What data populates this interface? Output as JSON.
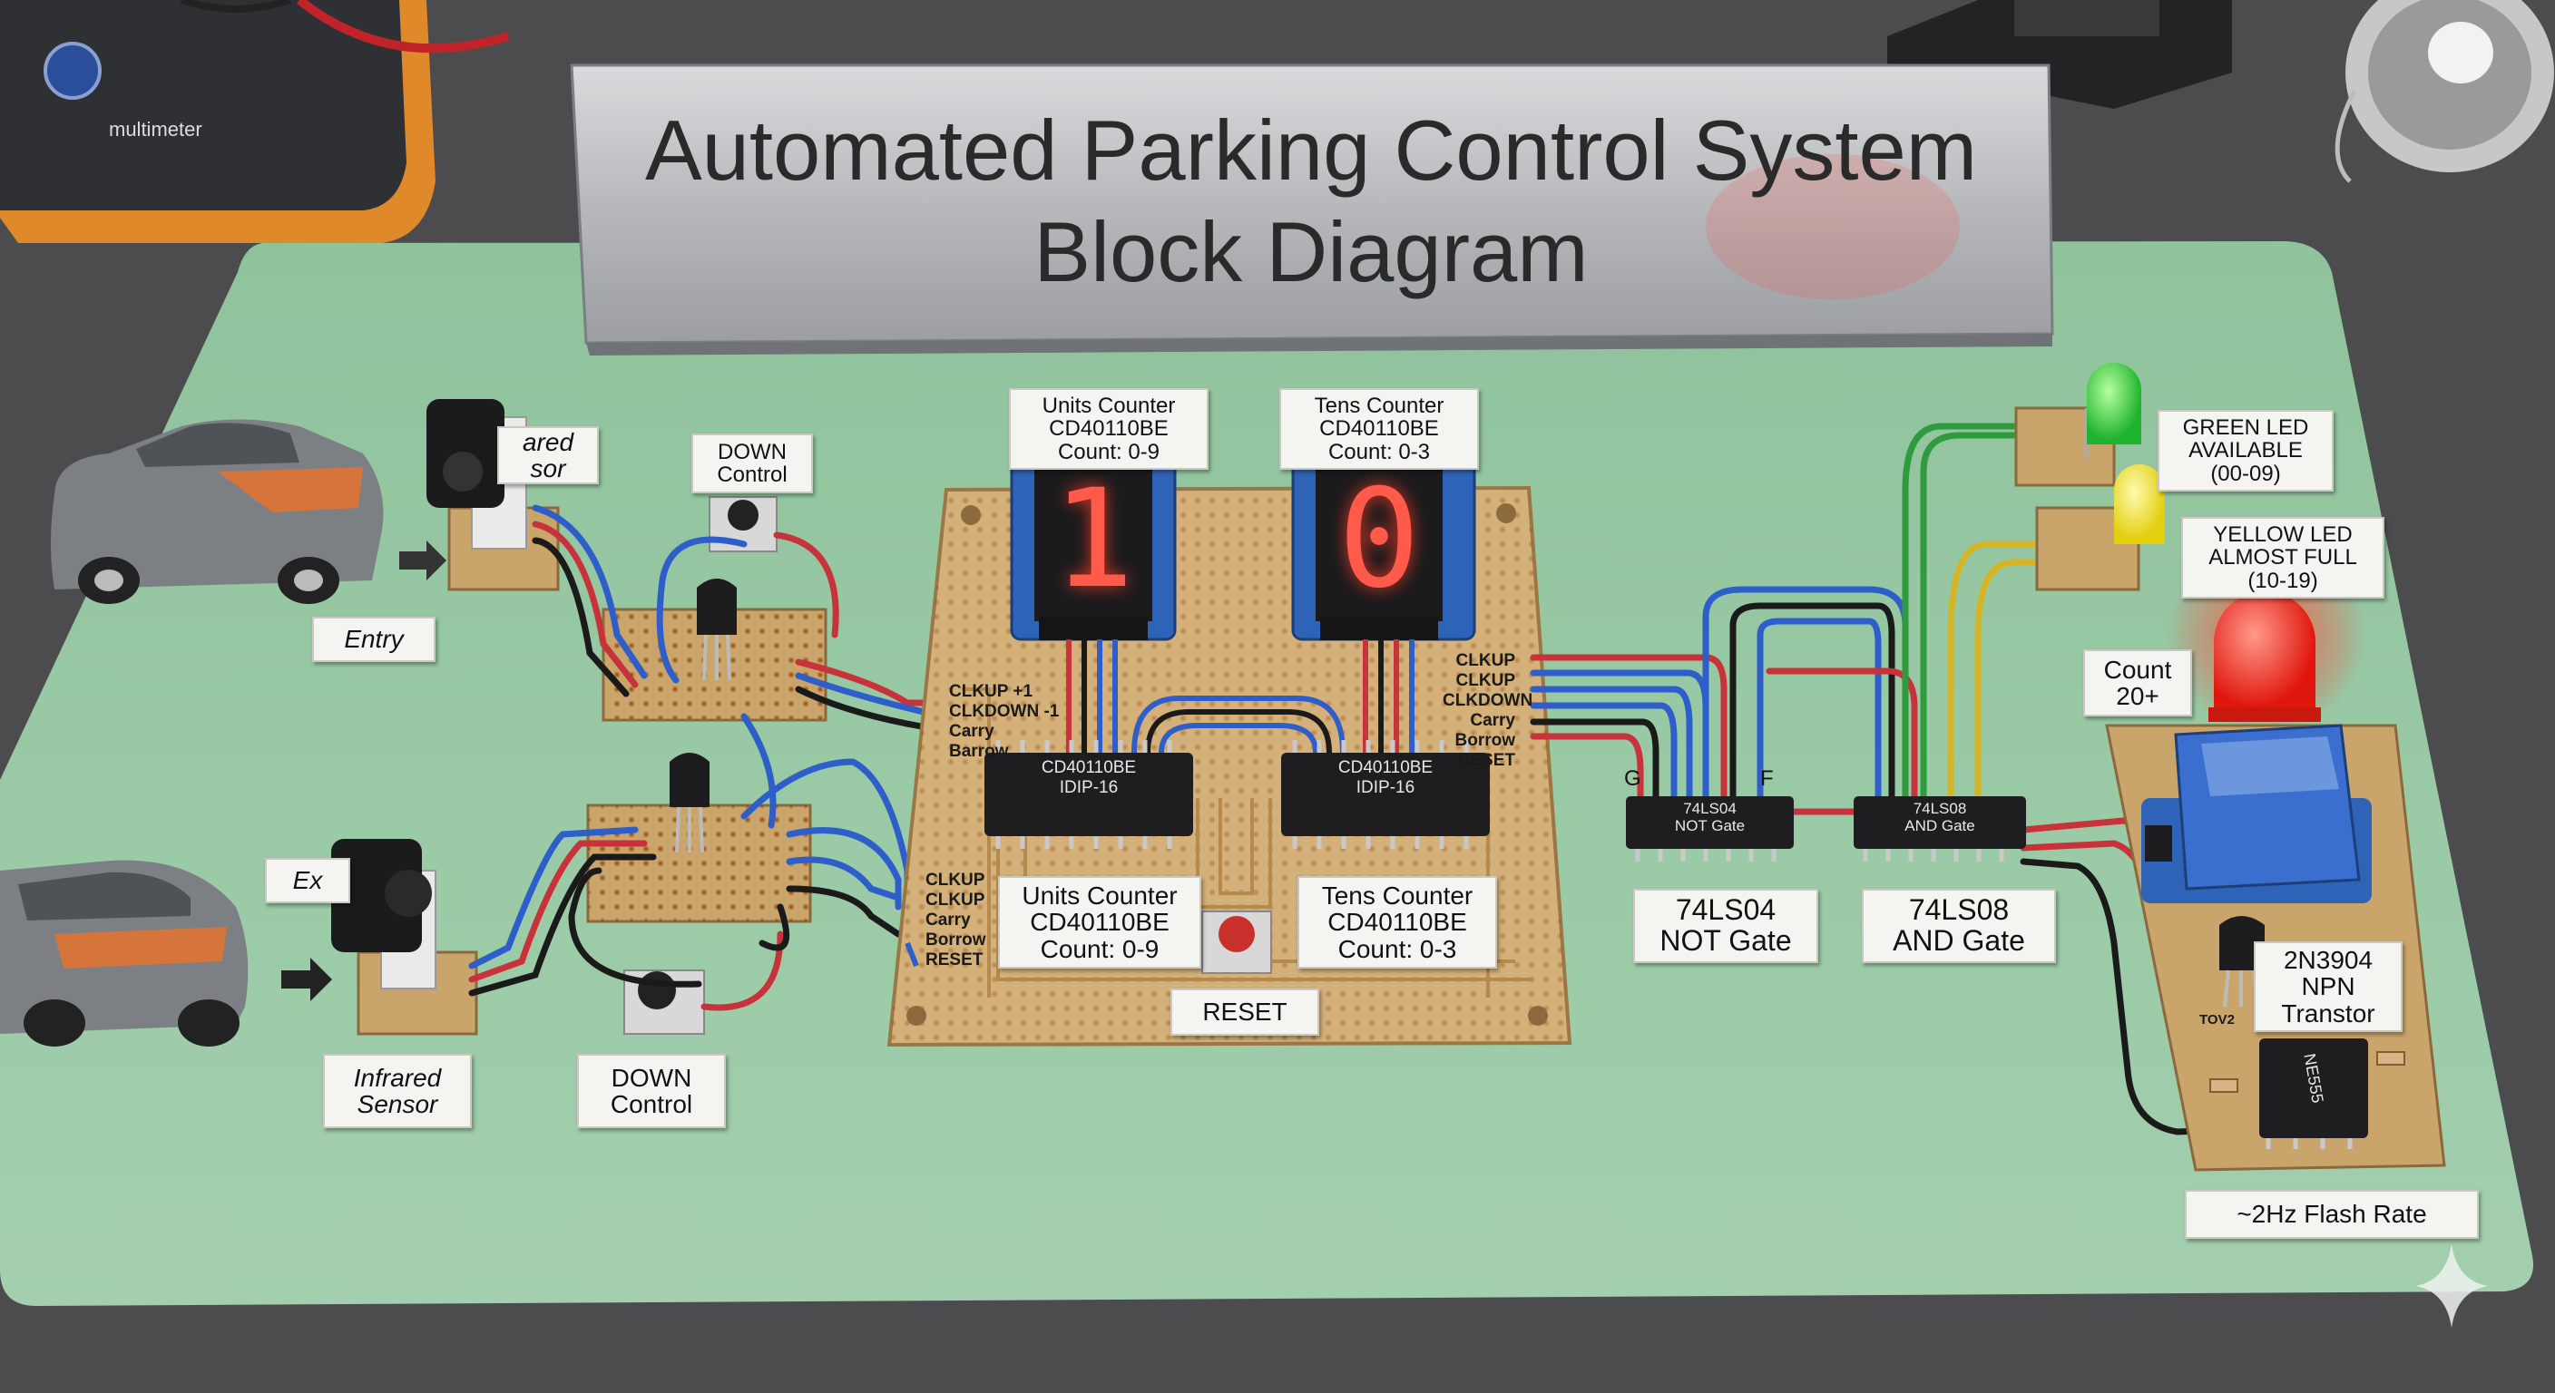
{
  "title": {
    "line1": "Automated Parking Control System",
    "line2": "Block Diagram"
  },
  "sensors": {
    "entry_sensor_label_partial": "ared\nsor",
    "entry_sensor_line1": "ared",
    "entry_sensor_line2": "sor",
    "entry_label": "Entry",
    "exit_label_partial": "Ex",
    "exit_sensor_line1": "Infrared",
    "exit_sensor_line2": "Sensor"
  },
  "controls": {
    "down_top_line1": "DOWN",
    "down_top_line2": "Control",
    "down_bottom_line1": "DOWN",
    "down_bottom_line2": "Control",
    "reset_label": "RESET"
  },
  "units_counter_top": {
    "line1": "Units Counter",
    "line2": "CD40110BE",
    "line3": "Count: 0-9"
  },
  "tens_counter_top": {
    "line1": "Tens Counter",
    "line2": "CD40110BE",
    "line3": "Count: 0-3"
  },
  "units_counter_bottom": {
    "line1": "Units Counter",
    "line2": "CD40110BE",
    "line3": "Count: 0-9"
  },
  "tens_counter_bottom": {
    "line1": "Tens Counter",
    "line2": "CD40110BE",
    "line3": "Count: 0-3"
  },
  "displays": {
    "units_digit": "1",
    "tens_digit": "0"
  },
  "chips": {
    "units_chip_line1": "CD40110BE",
    "units_chip_line2": "IDIP-16",
    "tens_chip_line1": "CD40110BE",
    "tens_chip_line2": "IDIP-16",
    "not_chip_line1": "74LS04",
    "not_chip_line2": "NOT Gate",
    "and_chip_line1": "74LS08",
    "and_chip_line2": "AND Gate",
    "timer_chip": "NE555"
  },
  "board_pins_left_top": [
    "CLKUP +1",
    "CLKDOWN -1",
    "Carry",
    "Barrow"
  ],
  "board_pins_left_bottom": [
    "CLKUP",
    "CLKUP",
    "Carry",
    "Borrow",
    "RESET"
  ],
  "board_pins_right": [
    "CLKUP",
    "CLKUP",
    "CLKDOWN",
    "Carry",
    "Borrow",
    "RESET"
  ],
  "gate_letters": {
    "g": "G",
    "f": "F"
  },
  "gate_labels": {
    "not_line1": "74LS04",
    "not_line2": "NOT Gate",
    "and_line1": "74LS08",
    "and_line2": "AND Gate"
  },
  "leds": {
    "green_line1": "GREEN LED",
    "green_line2": "AVAILABLE",
    "green_line3": "(00-09)",
    "yellow_line1": "YELLOW LED",
    "yellow_line2": "ALMOST FULL",
    "yellow_line3": "(10-19)",
    "count_line1": "Count",
    "count_line2": "20+"
  },
  "relay_driver": {
    "transistor_line1": "2N3904",
    "transistor_line2": "NPN",
    "transistor_line3": "Transtor",
    "transistor_pin": "TOV2",
    "flash_rate": "~2Hz Flash Rate"
  },
  "colors": {
    "mat": "#97c7a2",
    "pcb": "#cfae78",
    "chip": "#1e1e20",
    "wire_red": "#c8323a",
    "wire_blue": "#2e5ec9",
    "wire_black": "#1a1a1a",
    "wire_green": "#2f9a3e",
    "wire_yellow": "#d5b526",
    "led_green": "#39d24a",
    "led_yellow": "#f3e52b",
    "led_red": "#f0281e"
  }
}
